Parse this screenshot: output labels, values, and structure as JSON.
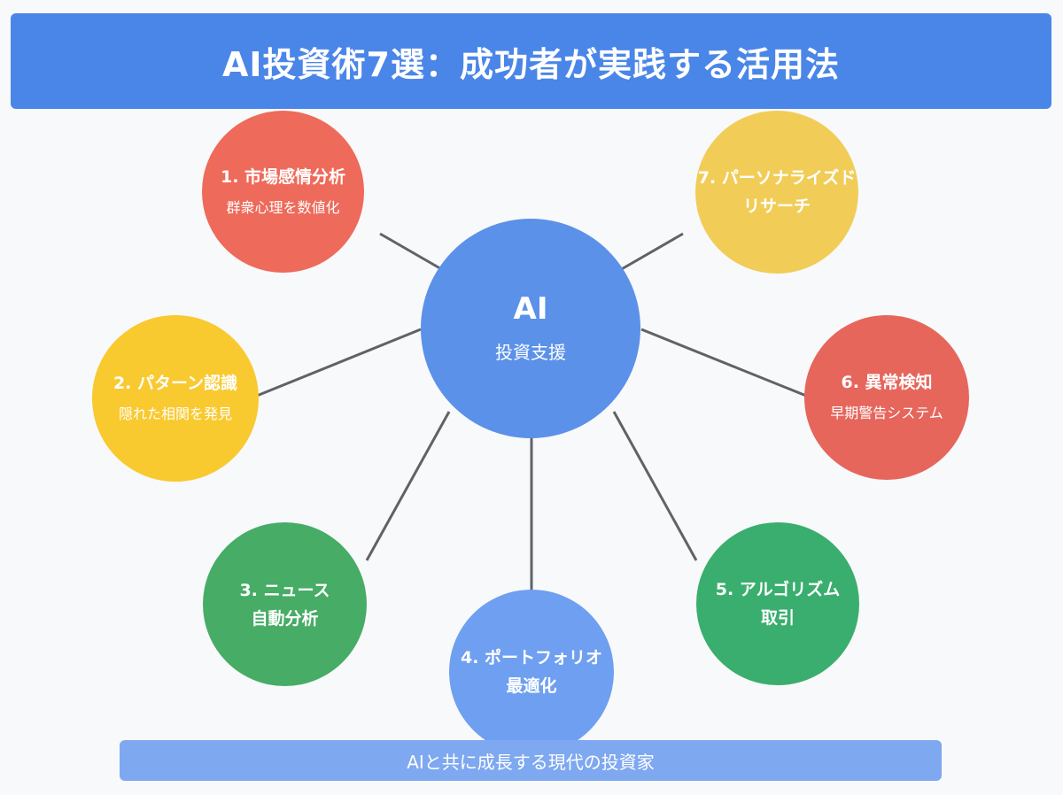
{
  "title": "AI投資術7選：成功者が実践する活用法",
  "center": {
    "title": "AI",
    "subtitle": "投資支援",
    "color": "#5b91e8"
  },
  "nodes": [
    {
      "id": "1",
      "title": "1. 市場感情分析",
      "subtitle": "群衆心理を数値化",
      "color": "#ee6a5a"
    },
    {
      "id": "2",
      "title": "2. パターン認識",
      "subtitle": "隠れた相関を発見",
      "color": "#f9c930"
    },
    {
      "id": "3",
      "title_lines": [
        "3. ニュース",
        "自動分析"
      ],
      "color": "#47ac66"
    },
    {
      "id": "4",
      "title_lines": [
        "4. ポートフォリオ",
        "最適化"
      ],
      "color": "#6f9ff0"
    },
    {
      "id": "5",
      "title_lines": [
        "5. アルゴリズム",
        "取引"
      ],
      "color": "#3aae6e"
    },
    {
      "id": "6",
      "title": "6. 異常検知",
      "subtitle": "早期警告システム",
      "color": "#e6665c"
    },
    {
      "id": "7",
      "title_lines": [
        "7. パーソナライズド",
        "リサーチ"
      ],
      "color": "#f1cd58"
    }
  ],
  "footer": "AIと共に成長する現代の投資家",
  "colors": {
    "header": "#4a86e8",
    "footer": "#7ea8f0",
    "connector": "#5f6368",
    "background": "#f8f9fa"
  }
}
